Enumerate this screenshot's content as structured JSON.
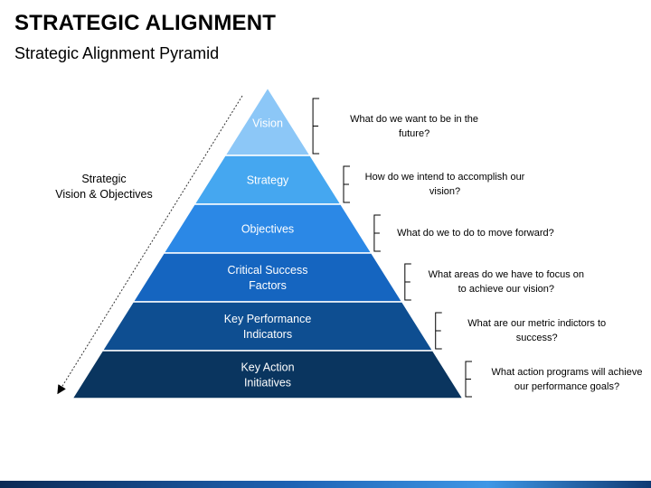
{
  "header": {
    "title": "STRATEGIC ALIGNMENT",
    "subtitle": "Strategic Alignment Pyramid"
  },
  "side_label": {
    "line1": "Strategic",
    "line2": "Vision & Objectives"
  },
  "tiers": [
    {
      "lines": [
        "Vision"
      ],
      "color": "#8cc7f7"
    },
    {
      "lines": [
        "Strategy"
      ],
      "color": "#45a7f0"
    },
    {
      "lines": [
        "Objectives"
      ],
      "color": "#2b88e6"
    },
    {
      "lines": [
        "Critical Success",
        "Factors"
      ],
      "color": "#1565c0"
    },
    {
      "lines": [
        "Key Performance",
        "Indicators"
      ],
      "color": "#0e4e91"
    },
    {
      "lines": [
        "Key Action",
        "Initiatives"
      ],
      "color": "#0a355f"
    }
  ],
  "questions": [
    {
      "line1": "What do we want to be in the",
      "line2": "future?"
    },
    {
      "line1": "How do we intend to accomplish our",
      "line2": "vision?"
    },
    {
      "line1": "What do we to do to move forward?",
      "line2": ""
    },
    {
      "line1": "What areas do we have to focus on",
      "line2": "to achieve our vision?"
    },
    {
      "line1": "What are our metric indictors to",
      "line2": "success?"
    },
    {
      "line1": "What action programs will achieve",
      "line2": "our performance goals?"
    }
  ]
}
